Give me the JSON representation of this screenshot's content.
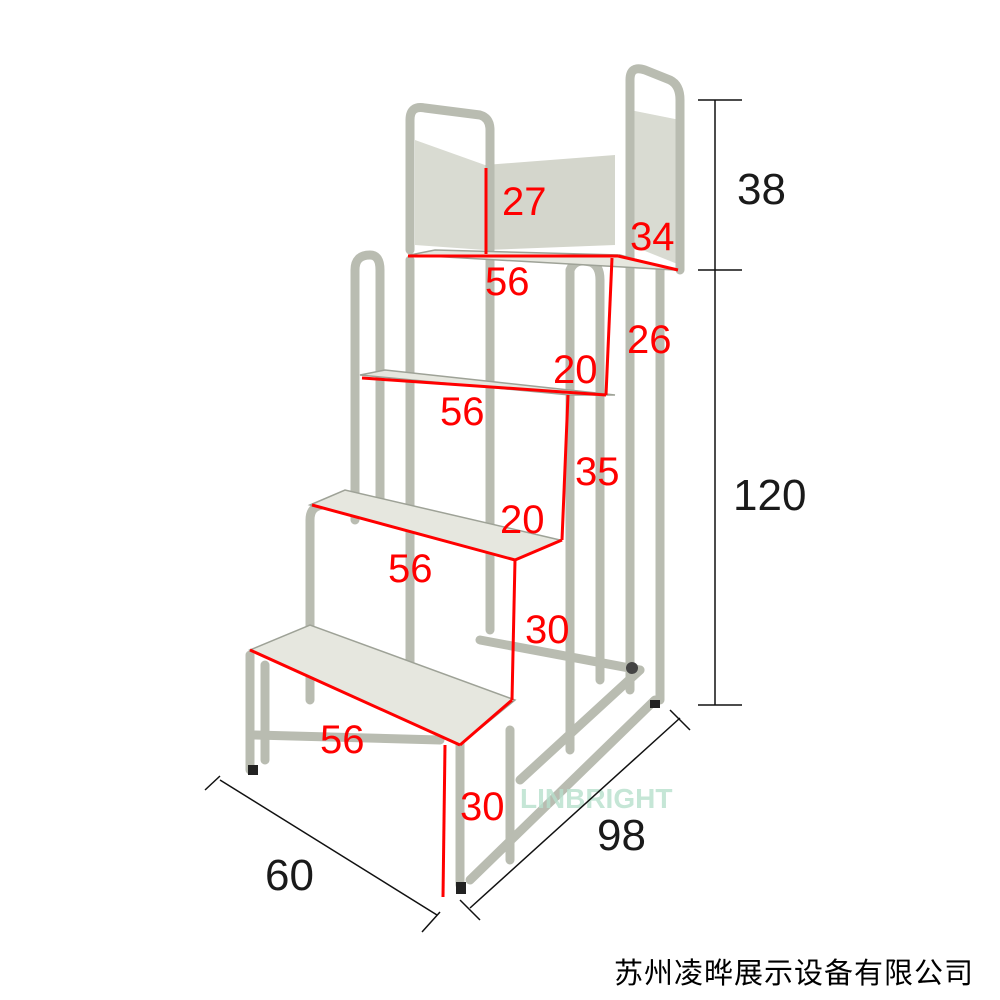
{
  "product_dimensions": {
    "backrest_height": "27",
    "top_platform_depth": "34",
    "top_platform_width": "56",
    "riser_top": "26",
    "step3_depth": "20",
    "step3_width": "56",
    "riser_3": "35",
    "step2_depth": "20",
    "step2_width": "56",
    "riser_2": "30",
    "step1_width": "56",
    "riser_1": "30"
  },
  "overall_dimensions": {
    "guard_height": "38",
    "platform_height": "120",
    "base_width": "60",
    "base_length": "98"
  },
  "watermark": "LINBRIGHT",
  "company_name": "苏州凌晔展示设备有限公司",
  "colors": {
    "annotation": "#ff0000",
    "frame": "#b9bcb1"
  }
}
